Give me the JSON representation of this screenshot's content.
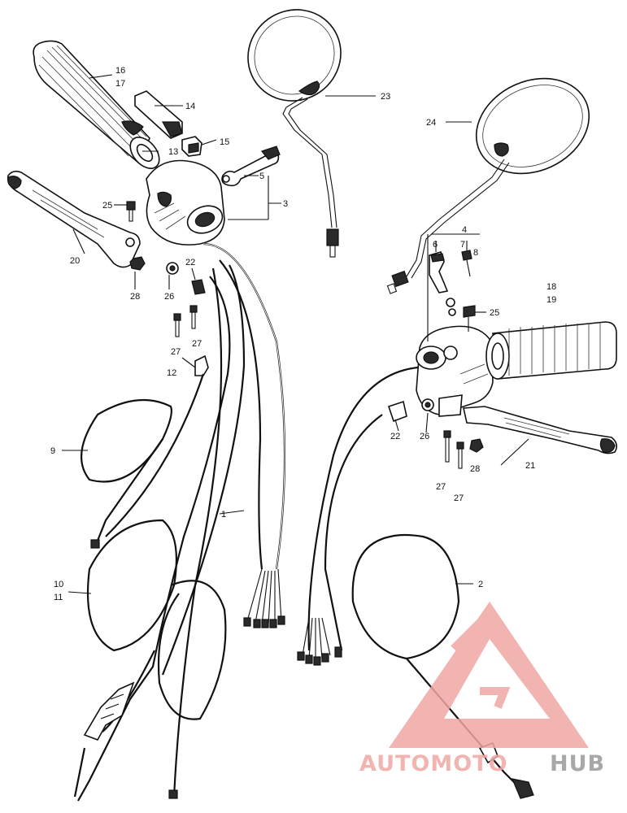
{
  "diagram": {
    "labels": {
      "l1": "1",
      "l2": "2",
      "l3": "3",
      "l4": "4",
      "l5": "5",
      "l6": "6",
      "l7": "7",
      "l8": "8",
      "l9": "9",
      "l10": "10",
      "l11": "11",
      "l12": "12",
      "l13": "13",
      "l14": "14",
      "l15": "15",
      "l16": "16",
      "l17": "17",
      "l18": "18",
      "l19": "19",
      "l20": "20",
      "l21": "21",
      "l22a": "22",
      "l22b": "22",
      "l23": "23",
      "l24": "24",
      "l25a": "25",
      "l25b": "25",
      "l26a": "26",
      "l26b": "26",
      "l27a": "27",
      "l27b": "27",
      "l27c": "27",
      "l27d": "27",
      "l28a": "28",
      "l28b": "28"
    }
  },
  "watermark": {
    "brand_auto": "AUTOMOTO",
    "brand_hub": "HUB",
    "color_primary": "#f0a7a4",
    "color_secondary": "#9a9a9a"
  }
}
